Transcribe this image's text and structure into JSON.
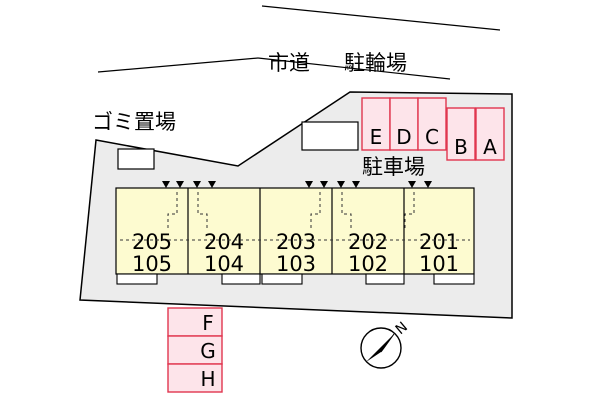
{
  "labels": {
    "road": "市道",
    "bicycle_parking": "駐輪場",
    "garbage": "ゴミ置場",
    "car_parking": "駐車場"
  },
  "parking_top": [
    "E",
    "D",
    "C",
    "B",
    "A"
  ],
  "parking_left": [
    "F",
    "G",
    "H"
  ],
  "units": [
    {
      "upper": "205",
      "lower": "105"
    },
    {
      "upper": "204",
      "lower": "104"
    },
    {
      "upper": "203",
      "lower": "103"
    },
    {
      "upper": "202",
      "lower": "102"
    },
    {
      "upper": "201",
      "lower": "101"
    }
  ],
  "compass": {
    "label": "N"
  },
  "colors": {
    "site": "#ececec",
    "building": "#fdfbd0",
    "parking_fill": "#fde4ea",
    "parking_stroke": "#e0364f",
    "outline": "#000000"
  }
}
